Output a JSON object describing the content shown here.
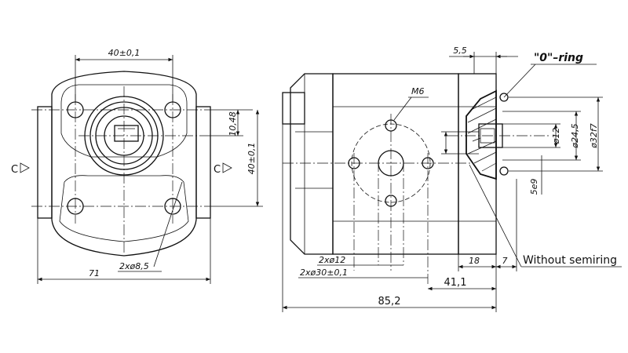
{
  "drawing": {
    "front_view": {
      "bolt_spacing_top": "40±0,1",
      "shaft_offset": "10,48",
      "vertical_spacing": "40±0,1",
      "overall_width": "71",
      "bolt_holes": "2xø8,5",
      "section_marker_left": "C",
      "section_marker_right": "C"
    },
    "side_view": {
      "thread_label": "M6",
      "port_holes": "2xø12",
      "port_spacing": "2xø30±0,1",
      "dim_41": "41,1",
      "dim_overall": "85,2",
      "dim_18": "18",
      "dim_7": "7",
      "dim_5_5": "5,5"
    },
    "detail": {
      "o_ring_label": "\"0\"–ring",
      "dia_12": "ø12",
      "dia_24_5": "ø24,5",
      "dia_32": "ø32f7",
      "key_dim": "5e9",
      "without_semiring": "Without semiring"
    }
  }
}
